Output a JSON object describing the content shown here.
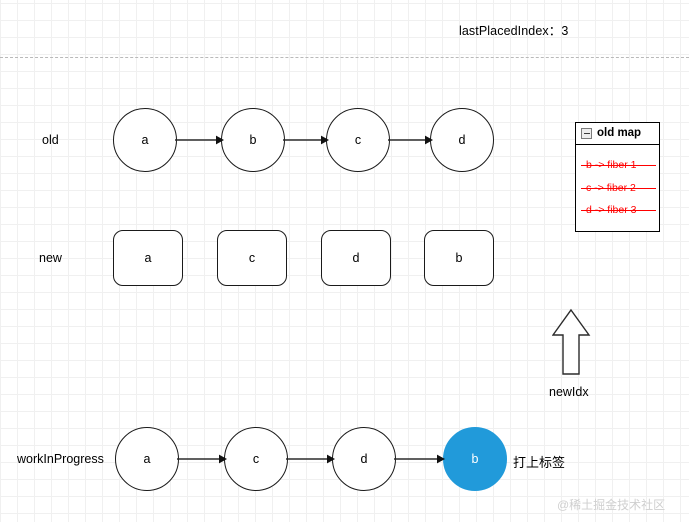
{
  "header": {
    "last_placed_index_label": "lastPlacedIndex：3"
  },
  "rows": {
    "old": {
      "label": "old",
      "nodes": [
        {
          "text": "a"
        },
        {
          "text": "b"
        },
        {
          "text": "c"
        },
        {
          "text": "d"
        }
      ]
    },
    "new": {
      "label": "new",
      "nodes": [
        {
          "text": "a"
        },
        {
          "text": "c"
        },
        {
          "text": "d"
        },
        {
          "text": "b"
        }
      ]
    },
    "workInProgress": {
      "label": "workInProgress",
      "nodes": [
        {
          "text": "a"
        },
        {
          "text": "c"
        },
        {
          "text": "d"
        },
        {
          "text": "b"
        }
      ],
      "annotation": "打上标签"
    }
  },
  "old_map": {
    "title": "old map",
    "collapse_icon": "minus-box-icon",
    "entries": [
      {
        "text": "b  ->  fiber 1"
      },
      {
        "text": "c  ->  fiber 2"
      },
      {
        "text": "d  ->  fiber 3"
      }
    ],
    "entry_color": "#ff0000"
  },
  "new_idx": {
    "label": "newIdx",
    "icon": "up-block-arrow-icon"
  },
  "watermark": {
    "text": "@稀土掘金技术社区"
  },
  "colors": {
    "highlight": "#219ada",
    "stroke": "#1a1a1a",
    "grid_minor": "#f0f0f0",
    "grid_major": "#dcdcdc"
  }
}
